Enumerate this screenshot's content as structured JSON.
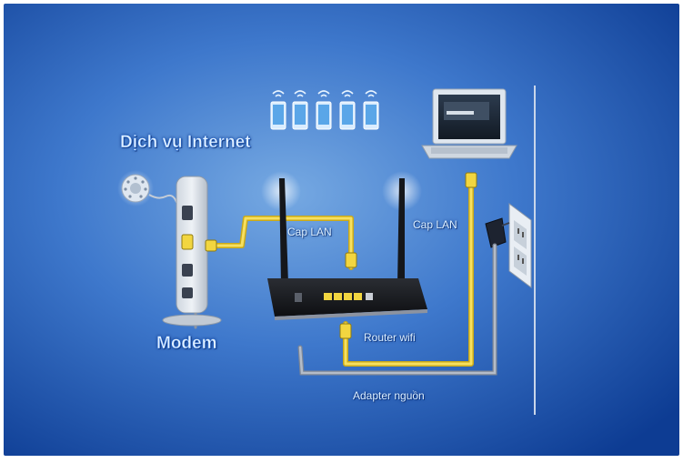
{
  "labels": {
    "internet_service": "Dịch vụ Internet",
    "modem": "Modem",
    "lan_cable_1": "Cap LAN",
    "lan_cable_2": "Cap LAN",
    "router_wifi": "Router wifi",
    "power_adapter": "Adapter nguồn"
  },
  "colors": {
    "background_center": "#6fa3e0",
    "background_edge": "#0e3f95",
    "lan_cable": "#f2d640",
    "power_cable": "#9aa2b0",
    "label_text": "#dcefff"
  },
  "icons": {
    "phones": [
      "smartphone-icon",
      "smartphone-icon",
      "smartphone-icon",
      "smartphone-icon",
      "smartphone-icon"
    ],
    "wifi": "wifi-signal-icon",
    "telephone": "telephone-icon",
    "modem": "modem-icon",
    "router": "router-icon",
    "laptop": "laptop-icon",
    "wall_outlet": "wall-outlet-icon",
    "power_adapter": "power-adapter-icon"
  }
}
